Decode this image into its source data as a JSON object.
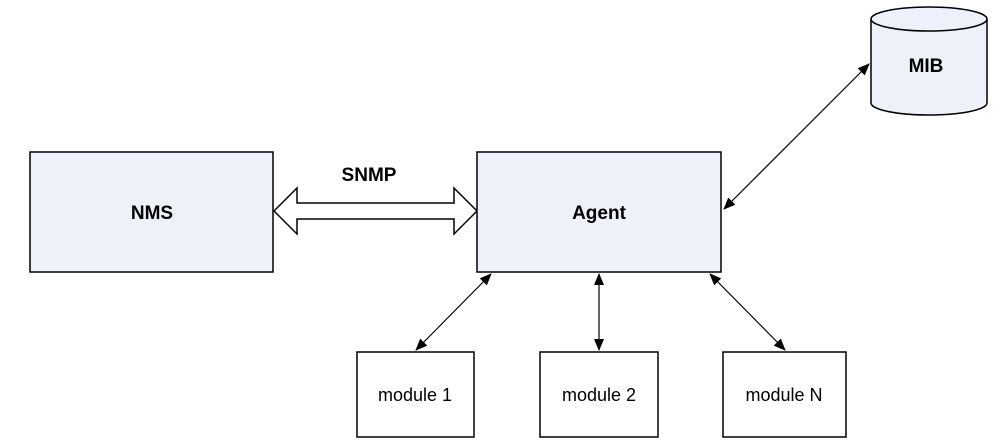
{
  "diagram": {
    "nodes": {
      "nms": {
        "label": "NMS"
      },
      "agent": {
        "label": "Agent"
      },
      "mib": {
        "label": "MIB"
      },
      "module1": {
        "label": "module 1"
      },
      "module2": {
        "label": "module 2"
      },
      "moduleN": {
        "label": "module N"
      }
    },
    "links": {
      "snmp": {
        "label": "SNMP"
      }
    },
    "colors": {
      "box_fill": "#eef0fa",
      "mib_fill": "#eef0fa",
      "module_fill": "#ffffff",
      "stroke": "#000000"
    }
  }
}
